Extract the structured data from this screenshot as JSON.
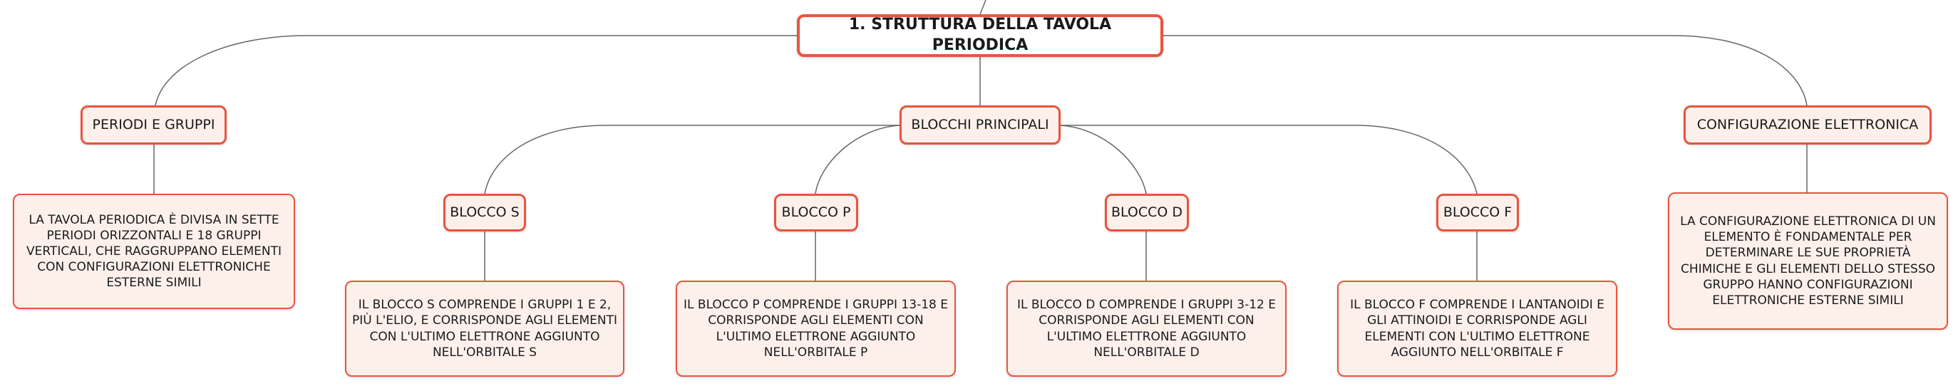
{
  "root": "1. STRUTTURA DELLA TAVOLA PERIODICA",
  "periodi": {
    "title": "PERIODI E GRUPPI",
    "desc": "LA TAVOLA PERIODICA È DIVISA IN SETTE PERIODI ORIZZONTALI E 18 GRUPPI VERTICALI, CHE RAGGRUPPANO ELEMENTI CON CONFIGURAZIONI ELETTRONICHE ESTERNE SIMILI"
  },
  "blocchi": {
    "title": "BLOCCHI PRINCIPALI",
    "s": {
      "title": "BLOCCO S",
      "desc": "IL BLOCCO S COMPRENDE I GRUPPI 1 E 2, PIÙ L'ELIO, E CORRISPONDE AGLI ELEMENTI CON L'ULTIMO ELETTRONE AGGIUNTO NELL'ORBITALE S"
    },
    "p": {
      "title": "BLOCCO P",
      "desc": "IL BLOCCO P COMPRENDE I GRUPPI 13-18 E CORRISPONDE AGLI ELEMENTI CON L'ULTIMO ELETTRONE AGGIUNTO NELL'ORBITALE P"
    },
    "d": {
      "title": "BLOCCO D",
      "desc": "IL BLOCCO D COMPRENDE I GRUPPI 3-12 E CORRISPONDE AGLI ELEMENTI CON L'ULTIMO ELETTRONE AGGIUNTO NELL'ORBITALE D"
    },
    "f": {
      "title": "BLOCCO F",
      "desc": "IL BLOCCO F COMPRENDE I LANTANOIDI E GLI ATTINOIDI E CORRISPONDE AGLI ELEMENTI CON L'ULTIMO ELETTRONE AGGIUNTO NELL'ORBITALE F"
    }
  },
  "configurazione": {
    "title": "CONFIGURAZIONE ELETTRONICA",
    "desc": "LA CONFIGURAZIONE ELETTRONICA DI UN ELEMENTO È FONDAMENTALE PER DETERMINARE LE SUE PROPRIETÀ CHIMICHE E GLI ELEMENTI DELLO STESSO GRUPPO HANNO CONFIGURAZIONI ELETTRONICHE ESTERNE SIMILI"
  }
}
